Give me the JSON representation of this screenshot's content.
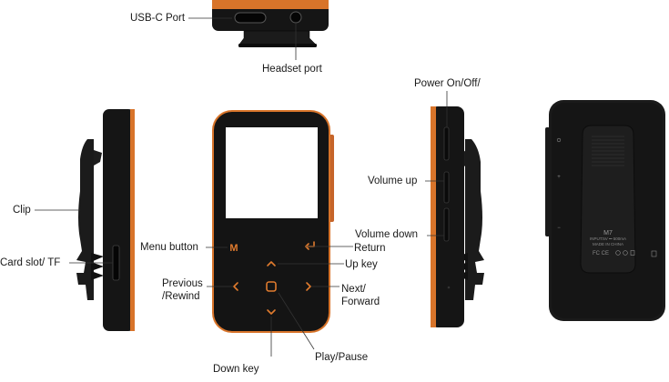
{
  "labels": {
    "usb_c_port": "USB-C Port",
    "headset_port": "Headset port",
    "power": "Power On/Off/",
    "clip": "Clip",
    "card_slot": "Card slot/ TF",
    "volume_up": "Volume up",
    "volume_down": "Volume down",
    "menu_button": "Menu button",
    "return": "Return",
    "up_key": "Up key",
    "previous_line1": "Previous",
    "previous_line2": "/Rewind",
    "next_line1": "Next/",
    "next_line2": "Forward",
    "play_pause": "Play/Pause",
    "down_key": "Down key"
  },
  "back_panel": {
    "model": "M7",
    "input_spec": "INPUT:5V ⎓ 500mA",
    "origin": "MADE IN CHINA",
    "certs": "FC CE"
  },
  "icons": {
    "menu_key": "M",
    "return_key": "return-arrow-icon",
    "up_key": "chevron-up-icon",
    "down_key": "chevron-down-icon",
    "previous_key": "chevron-left-icon",
    "next_key": "chevron-right-icon",
    "play_key": "rounded-square-icon"
  },
  "colors": {
    "accent": "#d8742a",
    "body": "#141414",
    "screen": "#ffffff",
    "leader": "#333333"
  }
}
